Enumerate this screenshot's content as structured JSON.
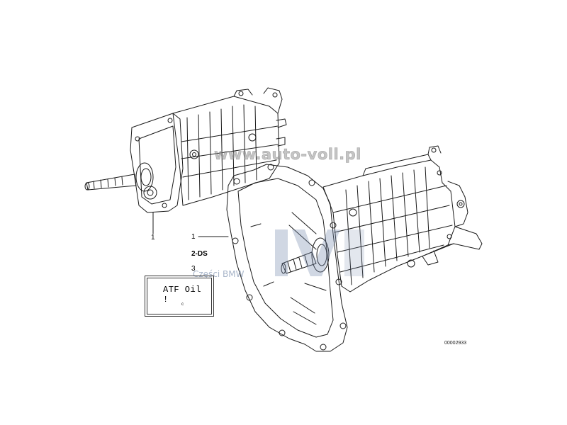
{
  "watermarks": {
    "site": "www.auto-voll.pl",
    "parts": "Części BMW"
  },
  "callouts": {
    "item_1_left": "1",
    "item_1_right": "1",
    "item_2": "2-DS",
    "item_3": "3"
  },
  "label_box": {
    "text": "ATF Oil !",
    "mark": "c"
  },
  "diagram_id": "00002933"
}
